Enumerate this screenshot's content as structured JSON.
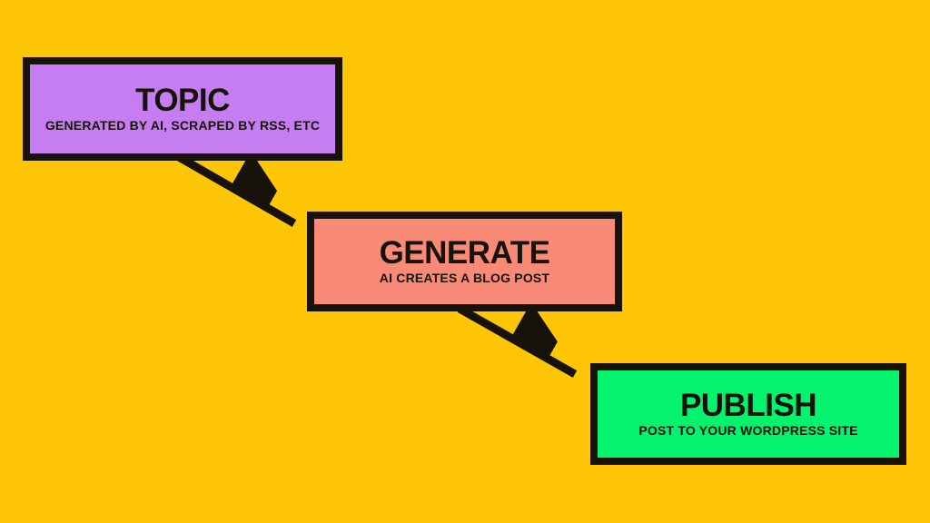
{
  "background_color": "#FFC607",
  "outline_color": "#17130B",
  "arrow_color": "#17130B",
  "steps": [
    {
      "id": "topic",
      "title": "TOPIC",
      "subtitle": "GENERATED BY AI, SCRAPED BY RSS, ETC",
      "fill": "#C77DF2"
    },
    {
      "id": "generate",
      "title": "GENERATE",
      "subtitle": "AI CREATES A BLOG POST",
      "fill": "#FA8A78"
    },
    {
      "id": "publish",
      "title": "PUBLISH",
      "subtitle": "POST TO YOUR WORDPRESS SITE",
      "fill": "#04F26D"
    }
  ],
  "connections": [
    {
      "from": "TOPIC",
      "to": "GENERATE"
    },
    {
      "from": "GENERATE",
      "to": "PUBLISH"
    }
  ]
}
